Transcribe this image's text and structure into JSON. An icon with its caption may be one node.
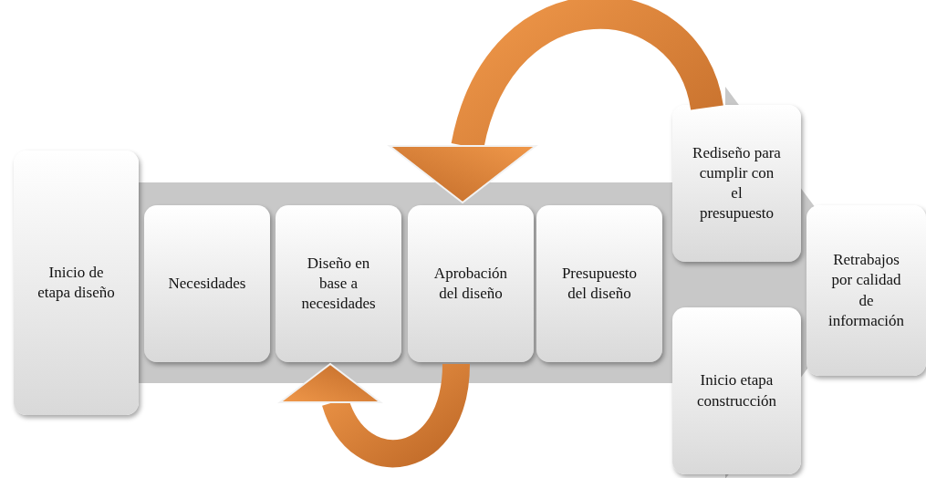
{
  "diagram": {
    "nodes": [
      {
        "text": [
          "Inicio de etapa diseño"
        ]
      },
      {
        "text": [
          "Necesidades"
        ]
      },
      {
        "text": [
          "Diseño en base a necesidades"
        ]
      },
      {
        "text": [
          "Aprobación del diseño"
        ]
      },
      {
        "text": [
          "Presupuesto del diseño"
        ]
      },
      {
        "text": [
          "Rediseño para cumplir con el presupuesto"
        ]
      },
      {
        "text": [
          "Inicio etapa construcción"
        ]
      },
      {
        "text": [
          "Retrabajos por calidad de información"
        ]
      }
    ],
    "edges": [
      {
        "from": 5,
        "to": 3,
        "arrow": "to"
      },
      {
        "from": 3,
        "to": 2,
        "arrow": "to"
      },
      {
        "from": 0,
        "to": 7,
        "arrow": "to",
        "style": "thick",
        "color": "#c8c8c8"
      }
    ]
  }
}
